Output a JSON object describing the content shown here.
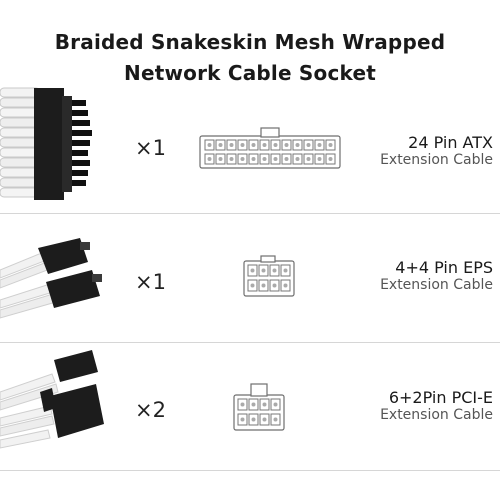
{
  "header": {
    "title_line1": "Braided Snakeskin Mesh Wrapped",
    "title_line2": "Network Cable Socket"
  },
  "products": [
    {
      "quantity": "×1",
      "name": "24 Pin ATX",
      "subtitle": "Extension Cable",
      "pins": 24
    },
    {
      "quantity": "×1",
      "name": "4+4 Pin EPS",
      "subtitle": "Extension Cable",
      "pins": 8
    },
    {
      "quantity": "×2",
      "name": "6+2Pin PCI-E",
      "subtitle": "Extension Cable",
      "pins": 8
    }
  ],
  "colors": {
    "sleeve": "#f2f2f2",
    "connector": "#1c1c1c",
    "diagram_stroke": "#6e6e6e"
  }
}
